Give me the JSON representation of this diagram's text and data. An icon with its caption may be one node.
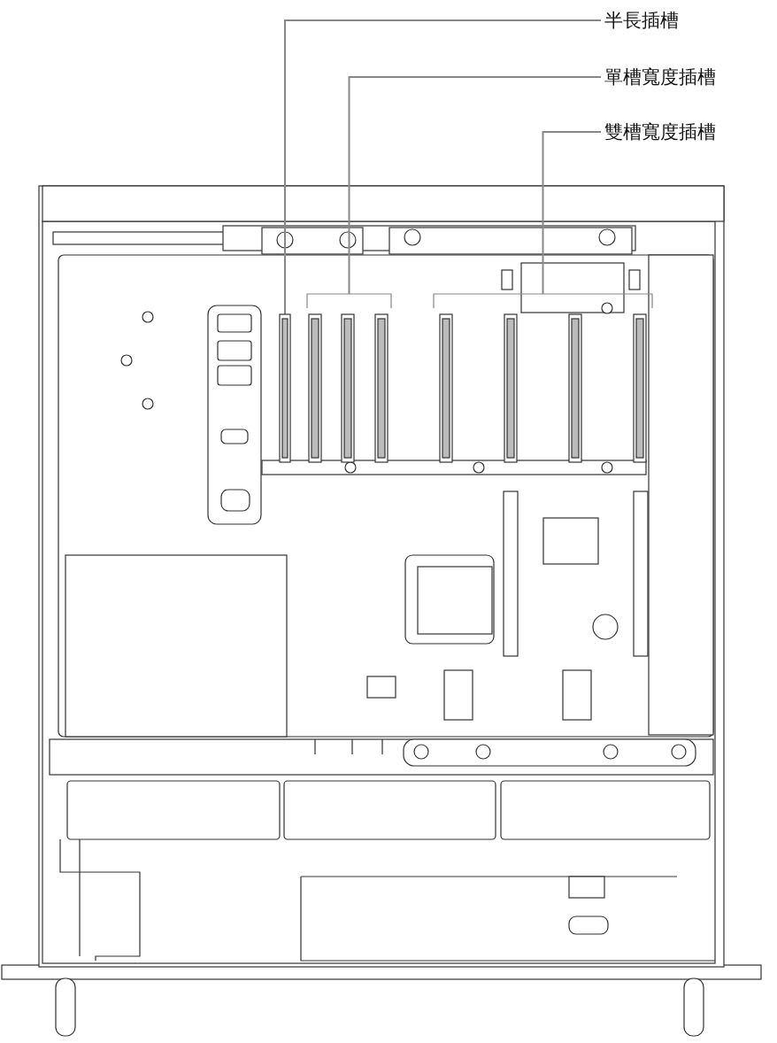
{
  "diagram": {
    "nodes": [
      {
        "text": [
          "半長插槽"
        ]
      },
      {
        "text": [
          "單槽寬度插槽"
        ]
      },
      {
        "text": [
          "雙槽寬度插槽"
        ]
      },
      {
        "text": [],
        "shape": "bar"
      },
      {
        "text": [],
        "shape": "bar"
      },
      {
        "text": [],
        "shape": "bar"
      }
    ],
    "edges": [
      {
        "from": 0,
        "to": 3,
        "arrow": "none"
      },
      {
        "from": 1,
        "to": 4,
        "arrow": "none"
      },
      {
        "from": 2,
        "to": 5,
        "arrow": "none"
      }
    ]
  }
}
